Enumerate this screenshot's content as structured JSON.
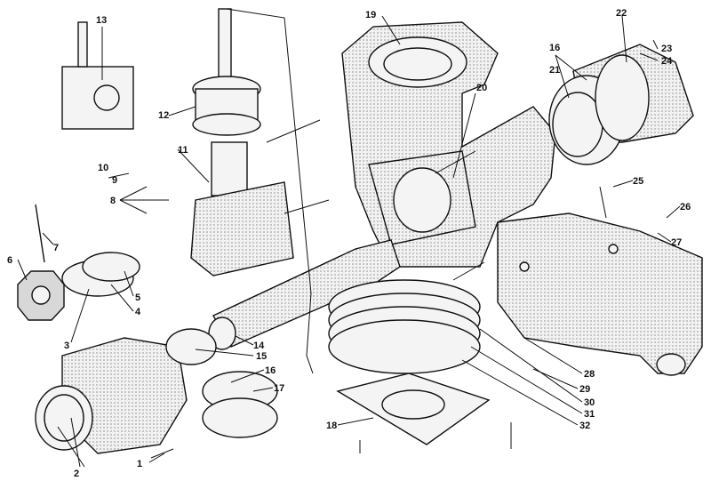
{
  "callouts": [
    "1",
    "2",
    "3",
    "4",
    "5",
    "6",
    "7",
    "8",
    "9",
    "10",
    "11",
    "12",
    "13",
    "14",
    "15",
    "16",
    "17",
    "18",
    "19",
    "20",
    "16",
    "21",
    "22",
    "23",
    "24",
    "25",
    "26",
    "27",
    "28",
    "29",
    "30",
    "31",
    "32"
  ]
}
